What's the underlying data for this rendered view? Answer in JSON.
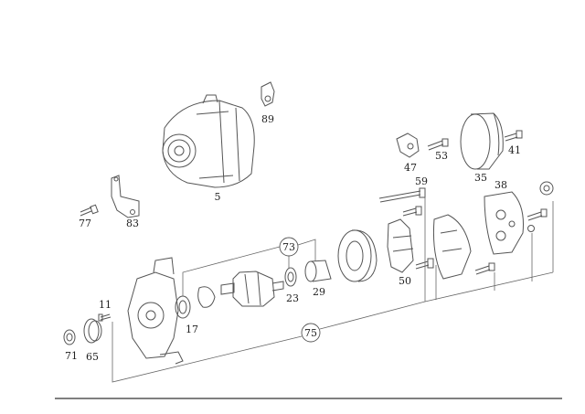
{
  "diagram": {
    "title": "Alternator exploded parts view",
    "part_labels": {
      "p89": "89",
      "p5": "5",
      "p77": "77",
      "p83": "83",
      "p47": "47",
      "p53": "53",
      "p35": "35",
      "p41": "41",
      "p59": "59",
      "p38": "38",
      "p73": "73",
      "p23": "23",
      "p29": "29",
      "p50": "50",
      "p11": "11",
      "p17": "17",
      "p71": "71",
      "p65": "65",
      "p75": "75"
    },
    "colors": {
      "line": "#555555",
      "text": "#222222",
      "rule": "#333333"
    }
  }
}
